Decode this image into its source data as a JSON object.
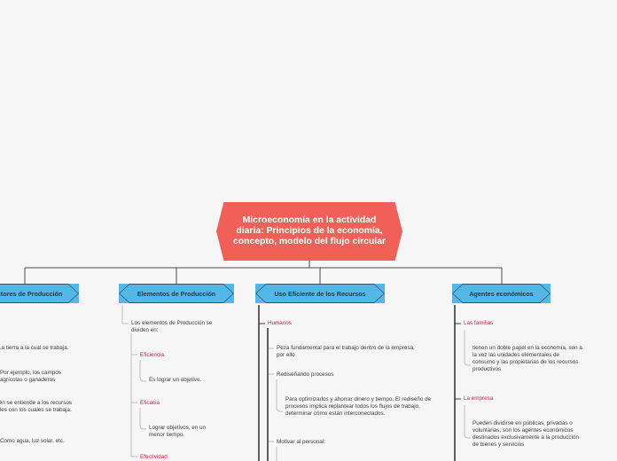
{
  "central": {
    "title": "Microeconomía en la actividad diaria: Principios de la economía, concepto, modelo del flujo circular"
  },
  "branches": [
    {
      "label": "Factores de Producción",
      "items": [
        "La tierra a la cual se trabaja.",
        "Por ejemplo, los campos agrícolas o ganaderos",
        "También se entiende a los recursos naturales con los cuales se trabaja.",
        "Como agua, luz solar, etc."
      ]
    },
    {
      "label": "Elementos de Producción",
      "intro": "Los elementos de Producción se dividen en:",
      "items": [
        {
          "title": "Eficiencia",
          "detail": "Es lograr un objetivo."
        },
        {
          "title": "Eficacia",
          "detail": "Lograr objetivos, en un menor tiempo."
        },
        {
          "title": "Efectividad",
          "detail": ""
        }
      ]
    },
    {
      "label": "Uso Eficiente de los Recursos",
      "items": [
        {
          "title": "Humanos"
        }
      ],
      "notes": [
        "Peza fundamental para el trabajo dentro de la empresa, por ello",
        "Rediseñando procesos",
        "Para optimizarlos y ahorrar dinero y tiempo. El rediseño de procesos implica replantear todos los flujos de trabajo, determinar cómo están interconectados.",
        "Motivar al personal:"
      ]
    },
    {
      "label": "Agentes económicos",
      "items": [
        {
          "title": "Las familias",
          "detail": "tienen un doble papel en la economía, son a la vez las unidades elementales de consumo y las propietarias de los recursos productivos"
        },
        {
          "title": "La empresa",
          "detail": "Pueden dividirse en públicas, privadas o voluntarias, son los agentes económicos destinados exclusivamente a la producción de bienes y servicios"
        }
      ]
    }
  ],
  "colors": {
    "central": "#f16058",
    "branch": "#53b7e8",
    "accent_text": "#d2223f",
    "line": "#555555"
  }
}
